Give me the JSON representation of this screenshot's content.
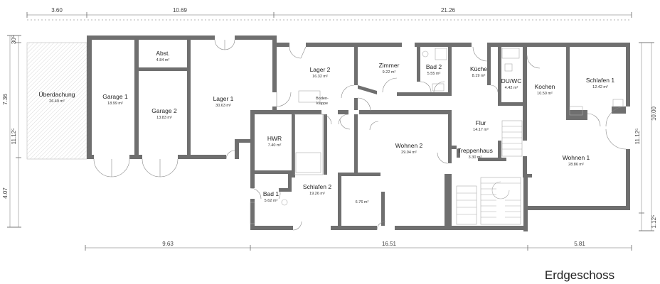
{
  "title": "Erdgeschoss",
  "dimensions": {
    "top": [
      "3.60",
      "10.69",
      "21.26"
    ],
    "bottom": [
      "9.63",
      "16.51",
      "5.81"
    ],
    "left": [
      "30⁵",
      "7.36",
      "11.12⁵",
      "4.07"
    ],
    "right": [
      "11.12⁵",
      "10.00",
      "1.12⁵"
    ]
  },
  "rooms": {
    "ueberdachung": {
      "name": "Überdachung",
      "area": "26.49 m²"
    },
    "garage1": {
      "name": "Garage 1",
      "area": "18.99 m²"
    },
    "garage2": {
      "name": "Garage 2",
      "area": "13.83 m²"
    },
    "abst": {
      "name": "Abst.",
      "area": "4.84 m²"
    },
    "lager1": {
      "name": "Lager 1",
      "area": "30.63 m²"
    },
    "lager2": {
      "name": "Lager 2",
      "area": "16.32 m²"
    },
    "bodenklappe": {
      "line1": "Boden-",
      "line2": "klappe"
    },
    "zimmer": {
      "name": "Zimmer",
      "area": "9.22 m²"
    },
    "bad2": {
      "name": "Bad 2",
      "area": "5.55 m²"
    },
    "kueche": {
      "name": "Küche",
      "area": "8.19 m²"
    },
    "duwc": {
      "name": "DU/WC",
      "area": "4.42 m²"
    },
    "kochen": {
      "name": "Kochen",
      "area": "10.50 m²"
    },
    "schlafen1": {
      "name": "Schlafen 1",
      "area": "12.42 m²"
    },
    "hwr": {
      "name": "HWR",
      "area": "7.40 m²"
    },
    "flur": {
      "name": "Flur",
      "area": "14.17 m²"
    },
    "wohnen2": {
      "name": "Wohnen 2",
      "area": "29.04 m²"
    },
    "treppenhaus": {
      "name": "Treppenhaus",
      "area": "3.30 m²"
    },
    "wohnen1": {
      "name": "Wohnen 1",
      "area": "28.86 m²"
    },
    "bad1": {
      "name": "Bad 1",
      "area": "5.62 m²"
    },
    "schlafen2": {
      "name": "Schlafen 2",
      "area": "19.26 m²"
    },
    "unnamed": {
      "area": "6.76 m²"
    }
  }
}
